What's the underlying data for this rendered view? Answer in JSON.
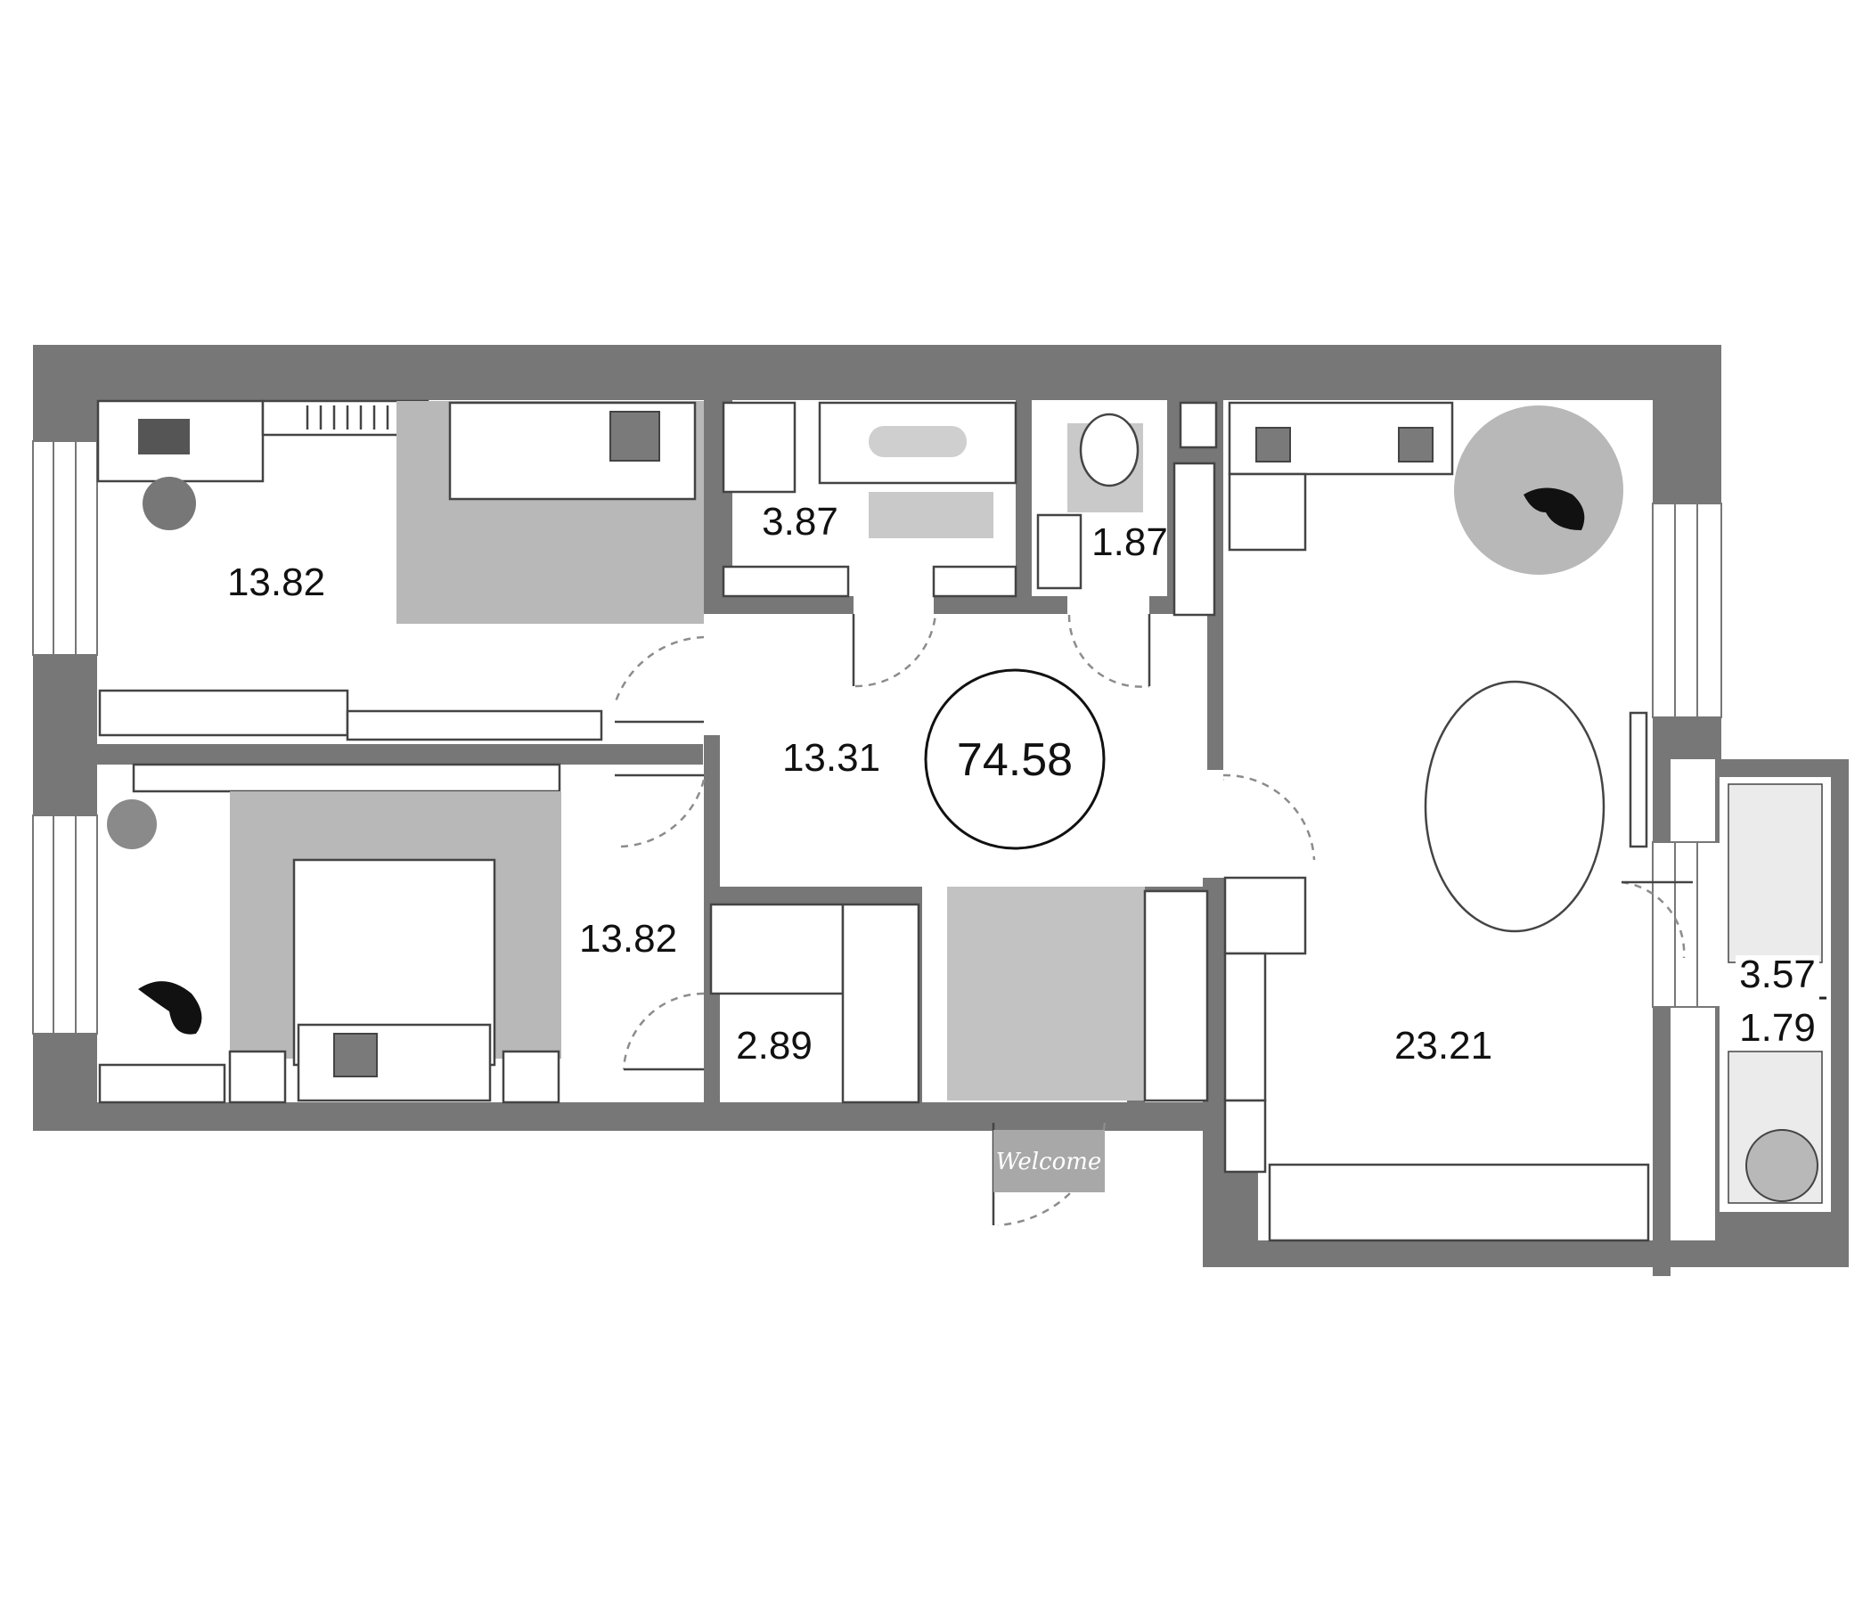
{
  "plan": {
    "total_area": "74.58",
    "rooms": [
      {
        "id": "bedroom-top",
        "area": "13.82"
      },
      {
        "id": "bathroom",
        "area": "3.87"
      },
      {
        "id": "toilet",
        "area": "1.87"
      },
      {
        "id": "hallway",
        "area": "13.31"
      },
      {
        "id": "bedroom-bottom",
        "area": "13.82"
      },
      {
        "id": "storage",
        "area": "2.89"
      },
      {
        "id": "kitchen-living",
        "area": "23.21"
      }
    ],
    "balcony": {
      "area_top": "3.57",
      "area_bottom": "1.79"
    },
    "doormat_text": "Welcome"
  },
  "colors": {
    "wall": "#777777",
    "rug": "#b8b8b8",
    "line": "#444444",
    "background": "#ffffff"
  }
}
